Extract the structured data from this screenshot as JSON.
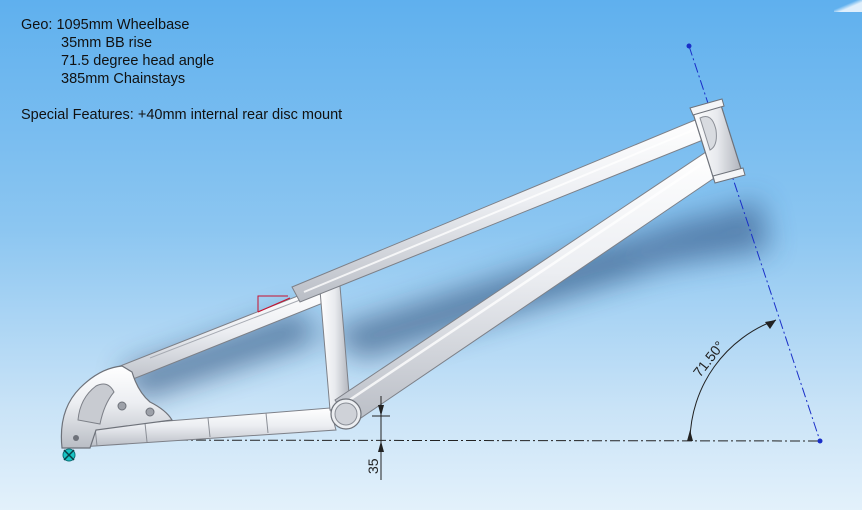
{
  "notes": {
    "geo_label": "Geo:",
    "geo_lines": [
      "1095mm Wheelbase",
      "35mm BB rise",
      "71.5 degree head angle",
      "385mm Chainstays"
    ],
    "special_features": "Special Features: +40mm internal rear disc mount"
  },
  "dimensions": {
    "angle_label": "71.50°",
    "bb_rise_label": "35"
  },
  "colors": {
    "background_top": "#5fb0ee",
    "background_bottom": "#e3f1fb",
    "tube": "#e6e8ec",
    "tube_edge": "#7d8088",
    "centerline_black": "#222222",
    "centerline_blue": "#1a2fc8",
    "sketch_red": "#c8102e",
    "origin_marker": "#18c4c4"
  }
}
